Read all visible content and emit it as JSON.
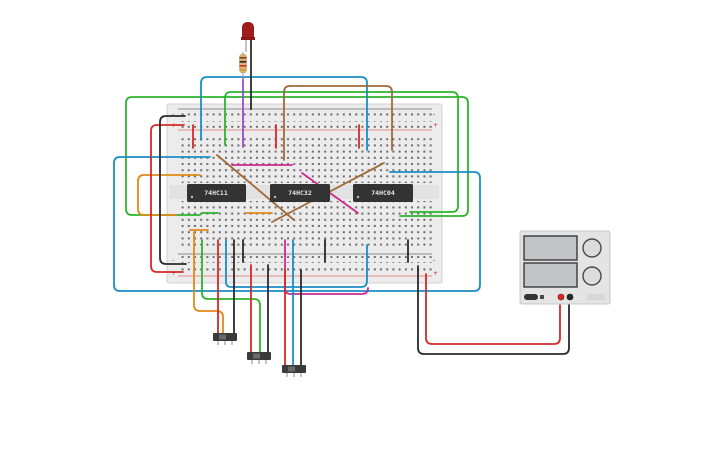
{
  "ics": [
    {
      "id": "ic1",
      "label": "74HC11"
    },
    {
      "id": "ic2",
      "label": "74HC32"
    },
    {
      "id": "ic3",
      "label": "74HC04"
    }
  ],
  "components": {
    "led": "red-led",
    "resistor": "resistor",
    "switches": [
      "slide-switch-1",
      "slide-switch-2",
      "slide-switch-3"
    ],
    "power_supply": "dc-power-supply"
  },
  "colors": {
    "wire_green": "#2db52d",
    "wire_blue": "#1a8fc8",
    "wire_red": "#d42a2a",
    "wire_black": "#2a2a2a",
    "wire_brown": "#a06b3a",
    "wire_orange": "#e08a14",
    "wire_purple": "#9b4bd0",
    "wire_magenta": "#cc2b8f",
    "breadboard": "#eeeeee",
    "ic_body": "#333333",
    "led": "#a01d1d"
  }
}
